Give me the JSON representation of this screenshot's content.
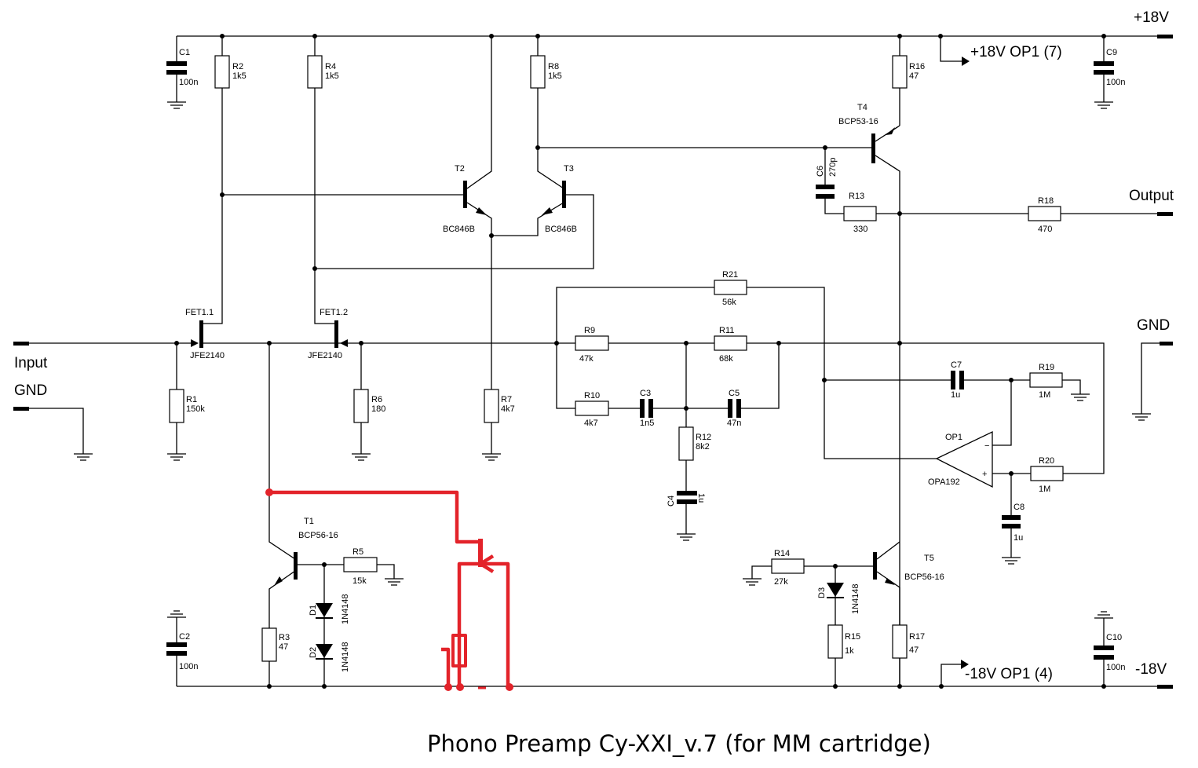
{
  "title": "Phono Preamp Cy-XXI_v.7 (for MM cartridge)",
  "ports": {
    "vpos": "+18V",
    "vneg": "-18V",
    "output": "Output",
    "gnd_right": "GND",
    "input": "Input",
    "gnd_left": "GND",
    "op1_pos": "+18V OP1 (7)",
    "op1_neg": "-18V OP1 (4)"
  },
  "components": {
    "C1": {
      "ref": "C1",
      "value": "100n"
    },
    "C2": {
      "ref": "C2",
      "value": "100n"
    },
    "C3": {
      "ref": "C3",
      "value": "1n5"
    },
    "C4": {
      "ref": "C4",
      "value": "1u"
    },
    "C5": {
      "ref": "C5",
      "value": "47n"
    },
    "C6": {
      "ref": "C6",
      "value": "270p"
    },
    "C7": {
      "ref": "C7",
      "value": "1u"
    },
    "C8": {
      "ref": "C8",
      "value": "1u"
    },
    "C9": {
      "ref": "C9",
      "value": "100n"
    },
    "C10": {
      "ref": "C10",
      "value": "100n"
    },
    "R1": {
      "ref": "R1",
      "value": "150k"
    },
    "R2": {
      "ref": "R2",
      "value": "1k5"
    },
    "R3": {
      "ref": "R3",
      "value": "47"
    },
    "R4": {
      "ref": "R4",
      "value": "1k5"
    },
    "R5": {
      "ref": "R5",
      "value": "15k"
    },
    "R6": {
      "ref": "R6",
      "value": "180"
    },
    "R7": {
      "ref": "R7",
      "value": "4k7"
    },
    "R8": {
      "ref": "R8",
      "value": "1k5"
    },
    "R9": {
      "ref": "R9",
      "value": "47k"
    },
    "R10": {
      "ref": "R10",
      "value": "4k7"
    },
    "R11": {
      "ref": "R11",
      "value": "68k"
    },
    "R12": {
      "ref": "R12",
      "value": "8k2"
    },
    "R13": {
      "ref": "R13",
      "value": "330"
    },
    "R14": {
      "ref": "R14",
      "value": "27k"
    },
    "R15": {
      "ref": "R15",
      "value": "1k"
    },
    "R16": {
      "ref": "R16",
      "value": "47"
    },
    "R17": {
      "ref": "R17",
      "value": "47"
    },
    "R18": {
      "ref": "R18",
      "value": "470"
    },
    "R19": {
      "ref": "R19",
      "value": "1M"
    },
    "R20": {
      "ref": "R20",
      "value": "1M"
    },
    "R21": {
      "ref": "R21",
      "value": "56k"
    },
    "T1": {
      "ref": "T1",
      "value": "BCP56-16"
    },
    "T2": {
      "ref": "T2",
      "value": "BC846B"
    },
    "T3": {
      "ref": "T3",
      "value": "BC846B"
    },
    "T4": {
      "ref": "T4",
      "value": "BCP53-16"
    },
    "T5": {
      "ref": "T5",
      "value": "BCP56-16"
    },
    "FET1_1": {
      "ref": "FET1.1",
      "value": "JFE2140"
    },
    "FET1_2": {
      "ref": "FET1.2",
      "value": "JFE2140"
    },
    "D1": {
      "ref": "D1",
      "value": "1N4148"
    },
    "D2": {
      "ref": "D2",
      "value": "1N4148"
    },
    "D3": {
      "ref": "D3",
      "value": "1N4148"
    },
    "OP1": {
      "ref": "OP1",
      "value": "OPA192",
      "minus": "−",
      "plus": "+"
    }
  },
  "annotation_color": "#e3232a"
}
